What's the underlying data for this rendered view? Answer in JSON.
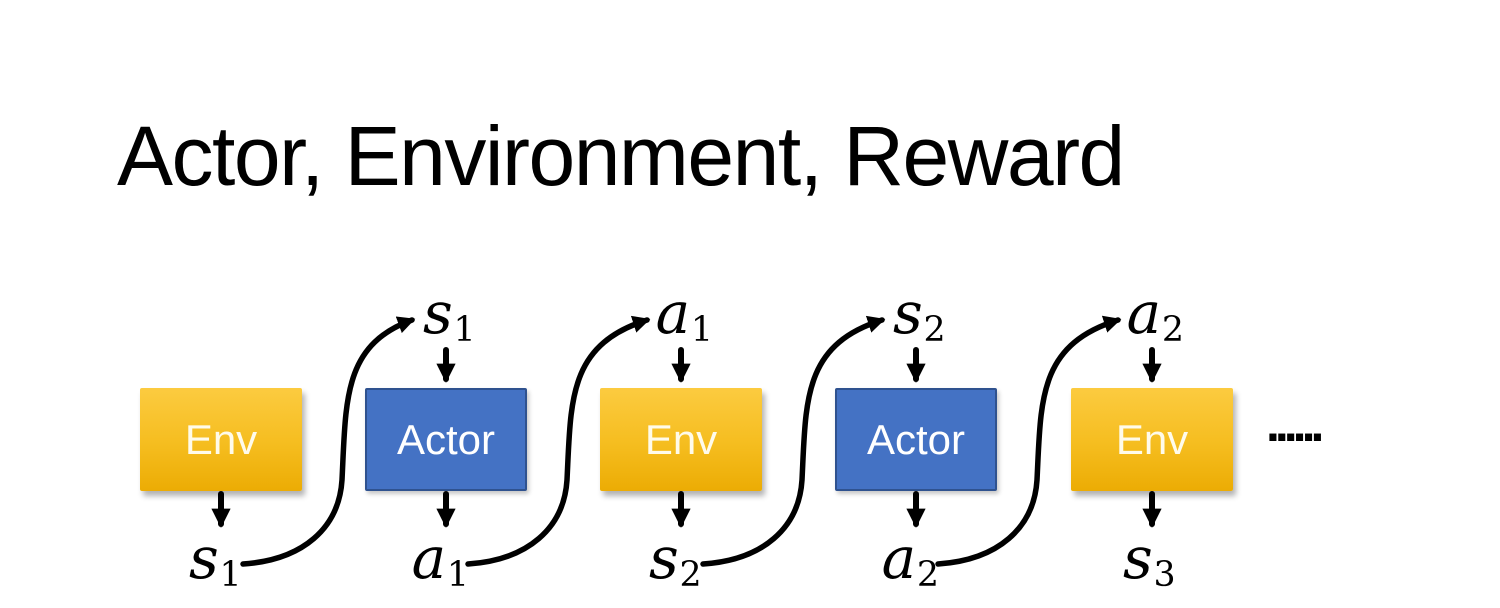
{
  "slide": {
    "title": "Actor, Environment, Reward",
    "ellipsis": "......"
  },
  "diagram": {
    "boxes": [
      {
        "label": "Env"
      },
      {
        "label": "Actor"
      },
      {
        "label": "Env"
      },
      {
        "label": "Actor"
      },
      {
        "label": "Env"
      }
    ],
    "top_labels": [
      {
        "base": "s",
        "sub": "1"
      },
      {
        "base": "a",
        "sub": "1"
      },
      {
        "base": "s",
        "sub": "2"
      },
      {
        "base": "a",
        "sub": "2"
      }
    ],
    "bottom_labels": [
      {
        "base": "s",
        "sub": "1"
      },
      {
        "base": "a",
        "sub": "1"
      },
      {
        "base": "s",
        "sub": "2"
      },
      {
        "base": "a",
        "sub": "2"
      },
      {
        "base": "s",
        "sub": "3"
      }
    ],
    "colors": {
      "title_text": "#000000",
      "env_top": "#FCCB40",
      "env_bottom": "#ECAC04",
      "env_text": "#FFFBEA",
      "actor_fill": "#4472C4",
      "actor_border": "#2F528F",
      "actor_text": "#FFFFFF",
      "arrow": "#000000"
    }
  }
}
